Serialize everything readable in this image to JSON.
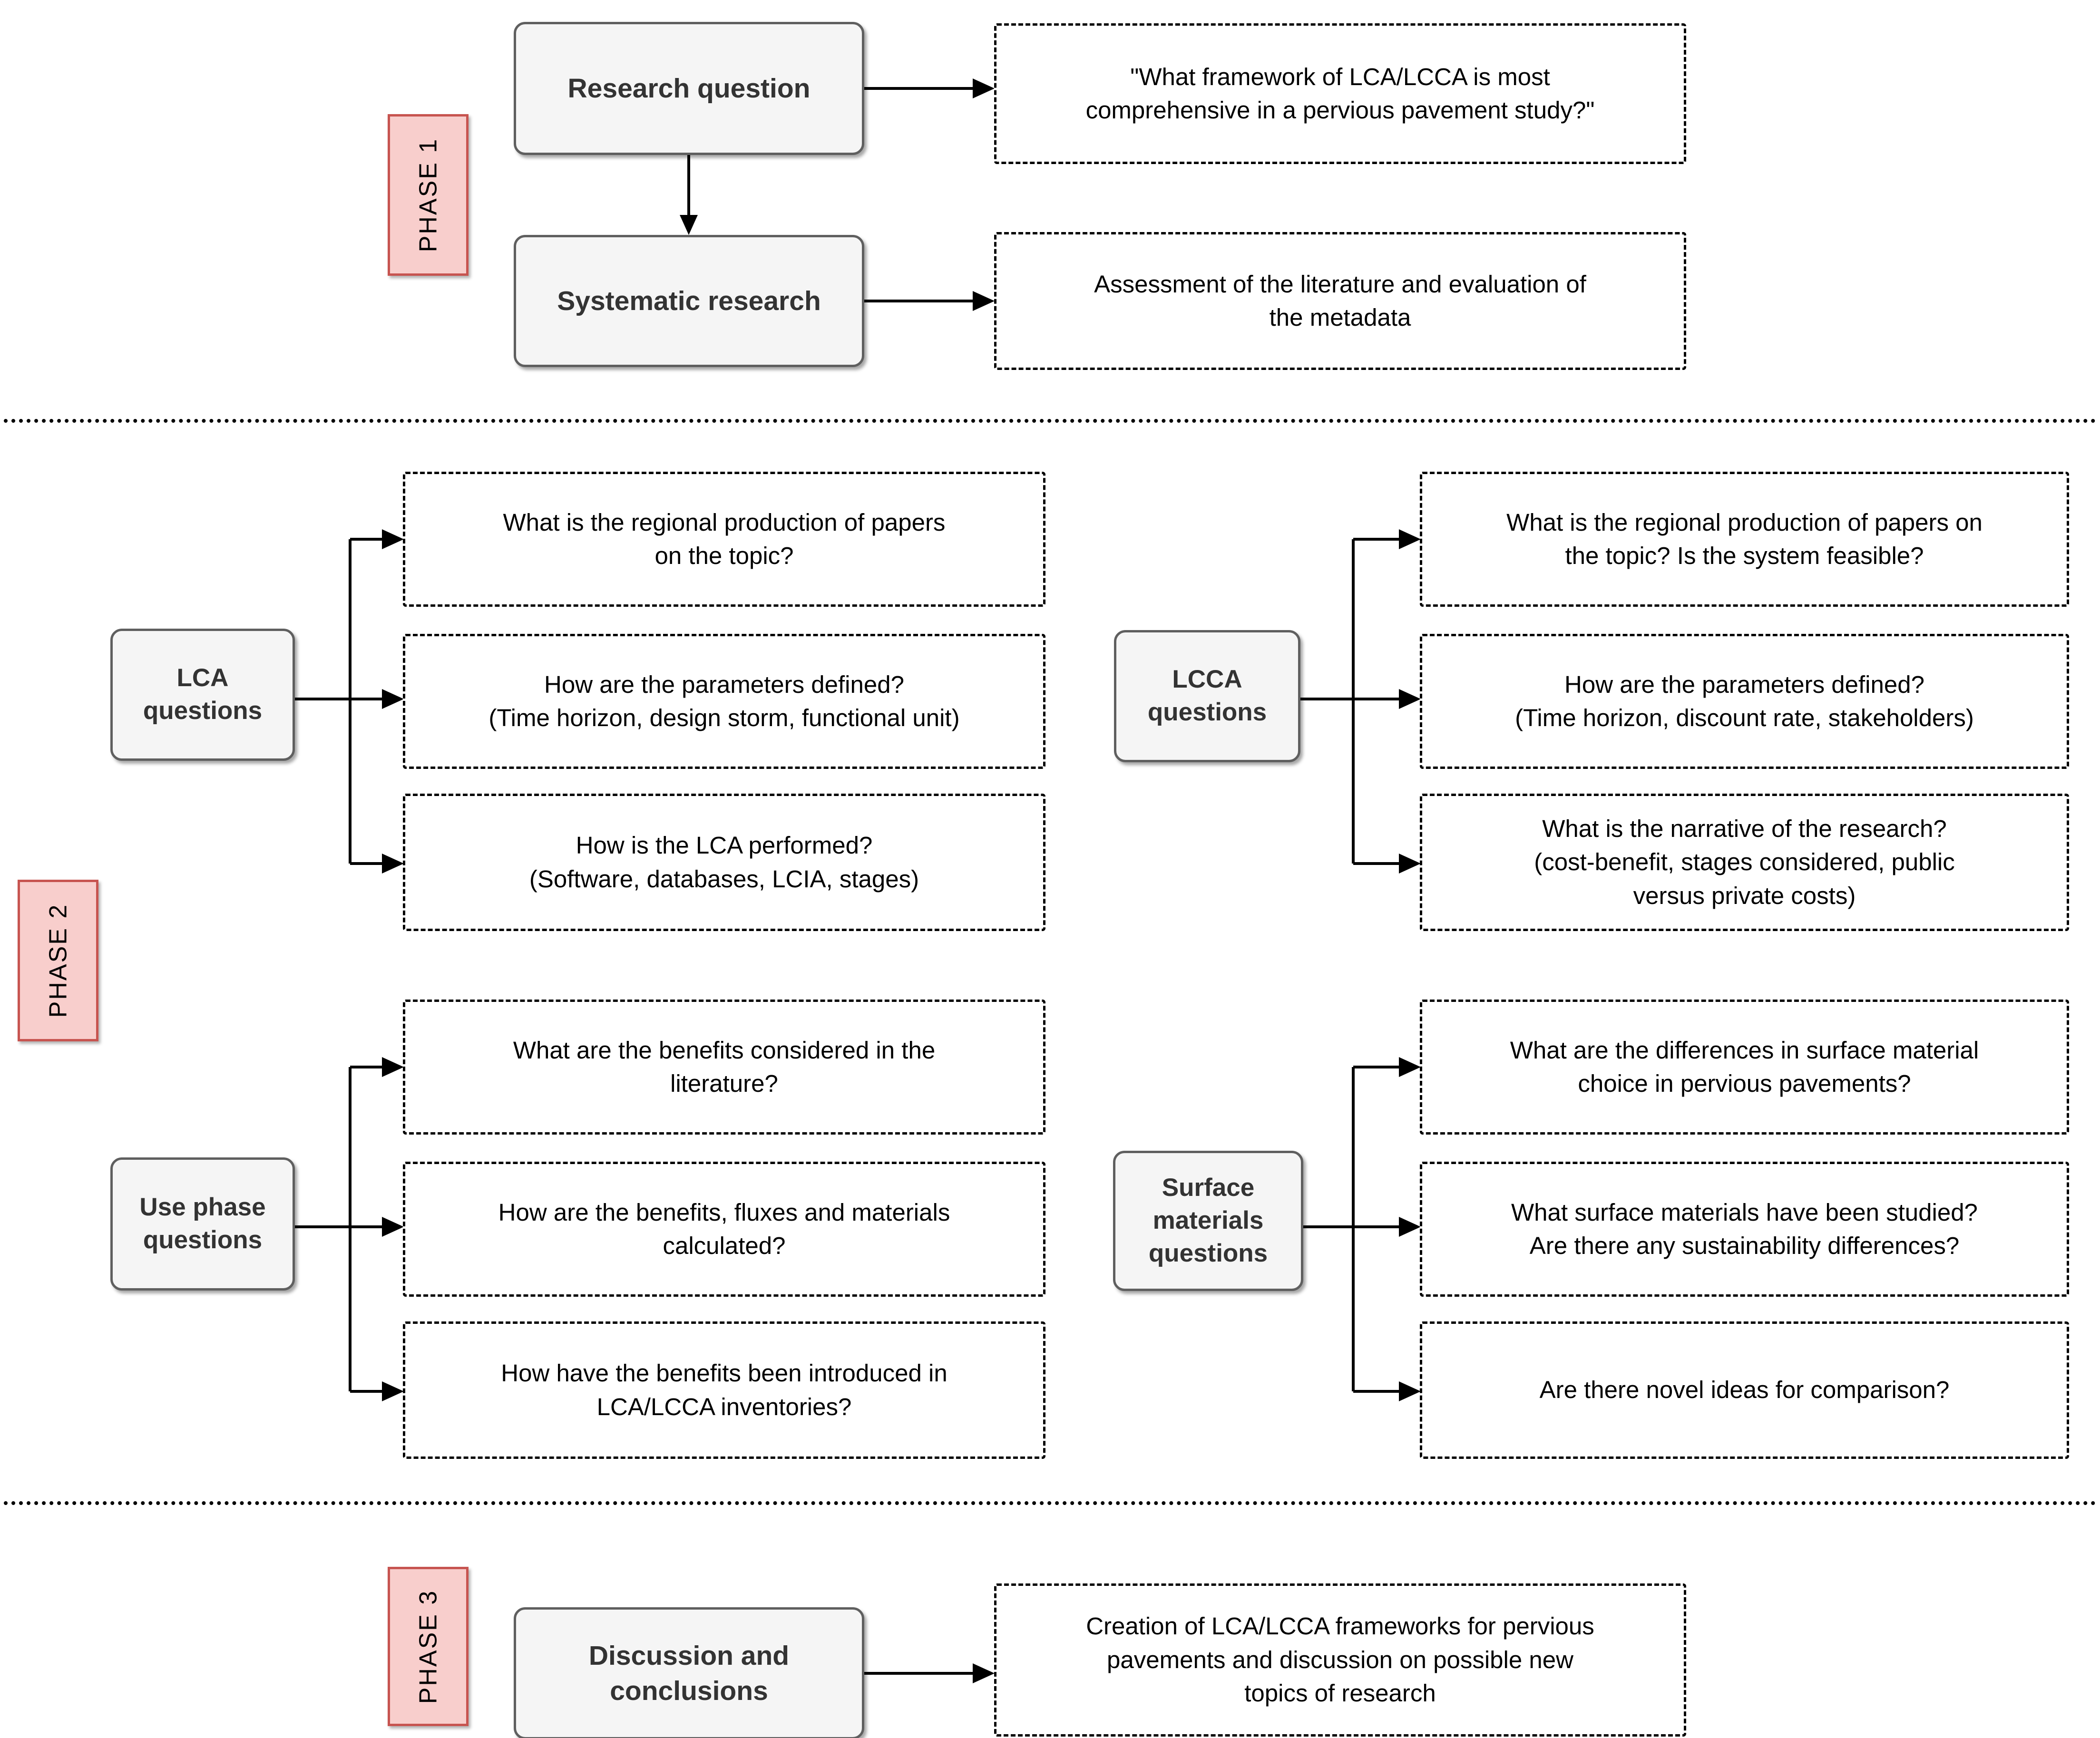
{
  "title": "LCA/LCCA pervious pavement research methodology flowchart",
  "phases": [
    {
      "label": "PHASE 1"
    },
    {
      "label": "PHASE 2"
    },
    {
      "label": "PHASE 3"
    }
  ],
  "phase1": {
    "research_box": "Research question",
    "research_output": "\"What framework of LCA/LCCA is most\ncomprehensive in a pervious pavement study?\"",
    "systematic_box": "Systematic research",
    "systematic_output": "Assessment of the literature and evaluation of\nthe metadata"
  },
  "phase2": {
    "groups": [
      {
        "label": "LCA\nquestions",
        "questions": [
          "What is the regional production of papers\non the topic?",
          "How are the parameters defined?\n(Time horizon, design storm, functional unit)",
          "How is the LCA performed?\n(Software, databases, LCIA, stages)"
        ]
      },
      {
        "label": "LCCA\nquestions",
        "questions": [
          "What is the regional production of papers on\nthe topic? Is the system feasible?",
          "How are the parameters defined?\n(Time horizon, discount rate, stakeholders)",
          "What is the narrative of the research?\n(cost-benefit, stages considered, public\nversus private costs)"
        ]
      },
      {
        "label": "Use phase\nquestions",
        "questions": [
          "What are the benefits considered in the\nliterature?",
          "How are the benefits, fluxes and materials\ncalculated?",
          "How have the benefits been introduced in\nLCA/LCCA inventories?"
        ]
      },
      {
        "label": "Surface\nmaterials\nquestions",
        "questions": [
          "What are the differences in surface material\nchoice in pervious pavements?",
          "What surface materials have been studied?\nAre there any sustainability differences?",
          "Are there novel ideas for comparison?"
        ]
      }
    ]
  },
  "phase3": {
    "box": "Discussion and\nconclusions",
    "output": "Creation of LCA/LCCA frameworks for pervious\npavements and discussion on possible new\ntopics of research"
  },
  "colors": {
    "phase_fill": "#f8cecc",
    "phase_border": "#c75450",
    "box_fill": "#f5f5f5",
    "box_border": "#5f5f5f",
    "box_text": "#333333",
    "line": "#000000"
  }
}
